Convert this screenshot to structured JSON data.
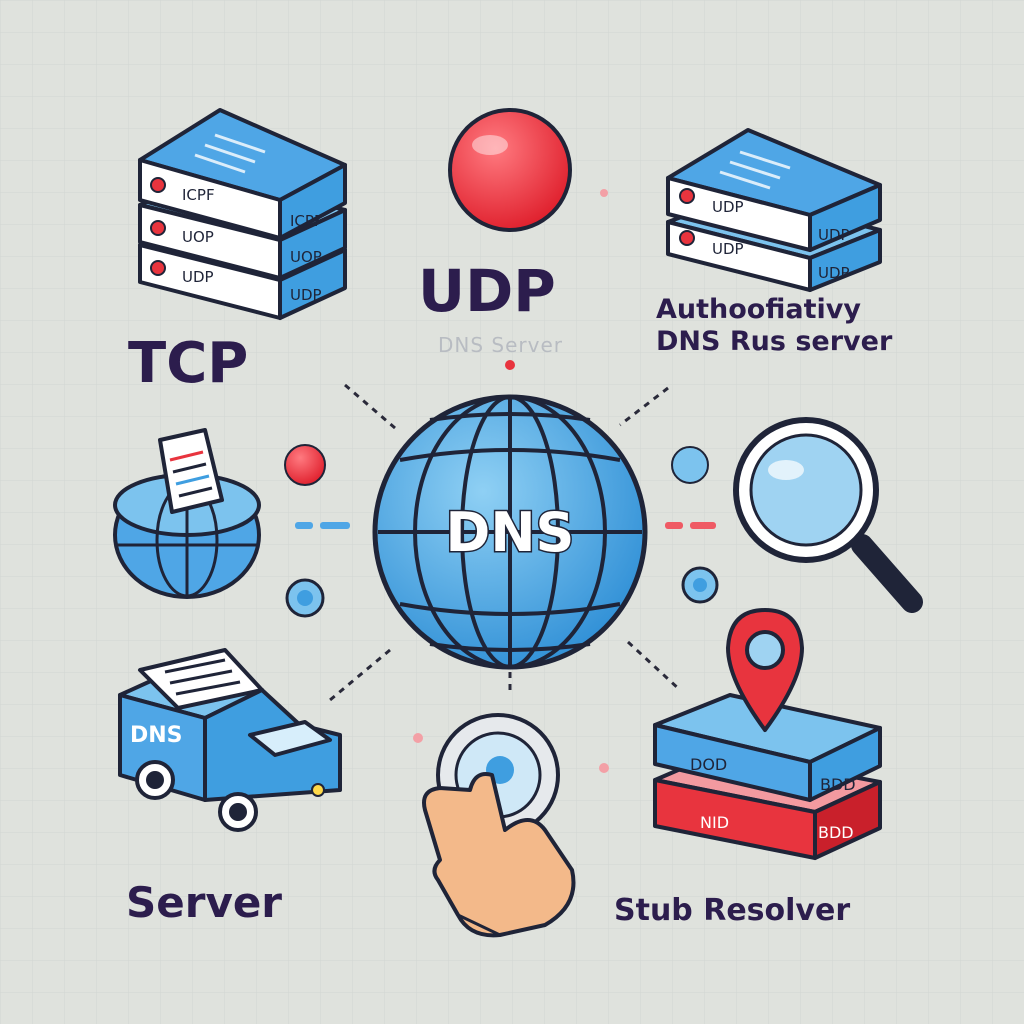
{
  "title": "",
  "labels": {
    "udp": "UDP",
    "tcp": "TCP",
    "server": "Server",
    "stub_resolver": "Stub Resolver",
    "authoritative_line1": "Authoofiativy",
    "authoritative_line2": "DNS Rus server",
    "faint_dns_server": "DNS Server"
  },
  "center": {
    "globe_text": "DNS"
  },
  "icons": {
    "server_stack_left": {
      "name": "server-stack-icon",
      "tags": [
        "ICPF",
        "UOP",
        "UDP"
      ]
    },
    "server_stack_right": {
      "name": "server-stack-icon",
      "tags": [
        "UDP",
        "UDP"
      ]
    },
    "record_pin_stack": {
      "name": "map-pin-server-icon",
      "tags": [
        "DOD",
        "NID",
        "BDD"
      ]
    },
    "truck": {
      "name": "truck-icon",
      "text": "DNS"
    },
    "red_ball": {
      "name": "red-ball-icon"
    },
    "magnifier": {
      "name": "magnifying-glass-icon"
    },
    "hand": {
      "name": "hand-pointer-icon"
    },
    "mini_globe": {
      "name": "globe-document-icon"
    }
  },
  "colors": {
    "background": "#dfe2dd",
    "blue": "#3f9ee0",
    "blue_light": "#7cc3ee",
    "outline": "#1f2438",
    "red": "#e8343e",
    "label": "#2c1d4d"
  }
}
